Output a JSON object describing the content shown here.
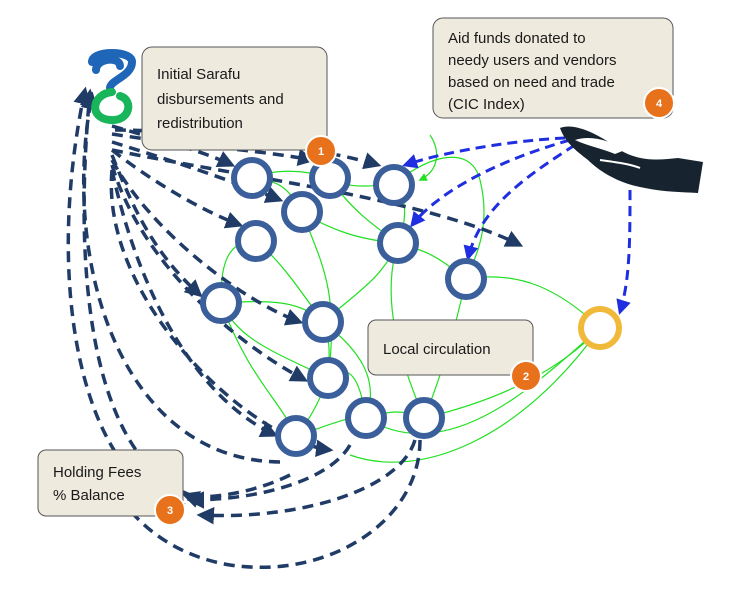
{
  "colors": {
    "node_stroke": "#3a5f9a",
    "vendor_node_stroke": "#f0b93a",
    "green_flow": "#22e022",
    "navy_arrow": "#1f3b66",
    "aid_arrow": "#1f2ee0",
    "callout_fill": "#eeeade",
    "callout_stroke": "#555555",
    "badge_fill": "#e8711c",
    "logo_blue": "#1f66b8",
    "logo_green": "#19b55a",
    "hand_fill": "#172430"
  },
  "icons": {
    "logo": "sarafu-chain-link-logo-icon",
    "hand": "giving-hand-icon"
  },
  "callouts": [
    {
      "lines": [
        "Initial Sarafu",
        "disbursements and",
        "redistribution"
      ],
      "badge": "1"
    },
    {
      "lines": [
        "Local circulation"
      ],
      "badge": "2"
    },
    {
      "lines": [
        "Holding Fees",
        "% Balance"
      ],
      "badge": "3"
    },
    {
      "lines": [
        "Aid funds donated to",
        "needy users and vendors",
        "based on need and trade",
        "(CIC Index)"
      ],
      "badge": "4"
    }
  ]
}
